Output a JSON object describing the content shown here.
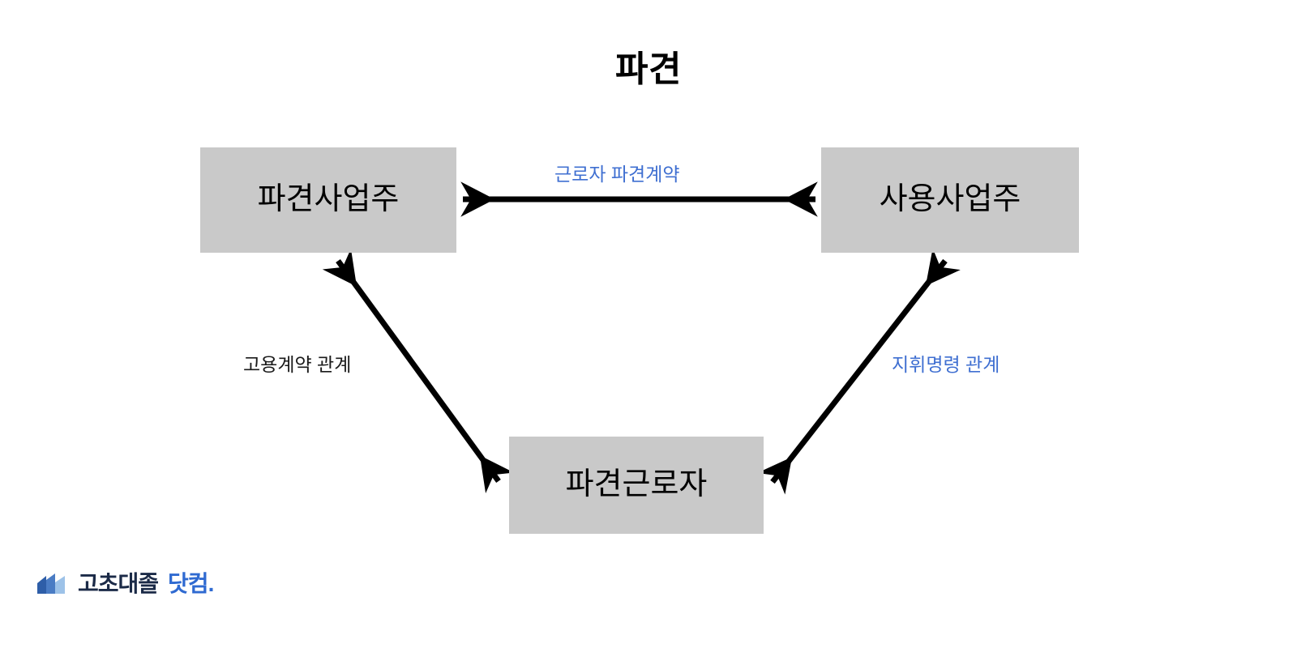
{
  "slide": {
    "title": "파견",
    "background_color": "#ffffff"
  },
  "nodes": [
    {
      "id": "dispatch-employer",
      "label": "파견사업주",
      "fill": "#c9c9c9",
      "text_color": "#000000"
    },
    {
      "id": "user-employer",
      "label": "사용사업주",
      "fill": "#c9c9c9",
      "text_color": "#000000"
    },
    {
      "id": "dispatched-worker",
      "label": "파견근로자",
      "fill": "#c9c9c9",
      "text_color": "#000000"
    }
  ],
  "edges": [
    {
      "id": "contract",
      "label": "근로자 파견계약",
      "color": "#3f6fd1",
      "from": "dispatch-employer",
      "to": "user-employer",
      "arrow": "double"
    },
    {
      "id": "employment",
      "label": "고용계약 관계",
      "color": "#1a1a1a",
      "from": "dispatch-employer",
      "to": "dispatched-worker",
      "arrow": "double"
    },
    {
      "id": "command",
      "label": "지휘명령 관계",
      "color": "#3f6fd1",
      "from": "user-employer",
      "to": "dispatched-worker",
      "arrow": "double"
    }
  ],
  "logo": {
    "icon": "book-pages-icon",
    "text_primary": "고초대졸",
    "text_secondary": "닷컴.",
    "color_primary": "#1b2a47",
    "color_secondary": "#2f6ad1"
  },
  "palette": {
    "node_fill": "#c9c9c9",
    "accent_blue": "#3f6fd1",
    "arrow_black": "#000000"
  }
}
